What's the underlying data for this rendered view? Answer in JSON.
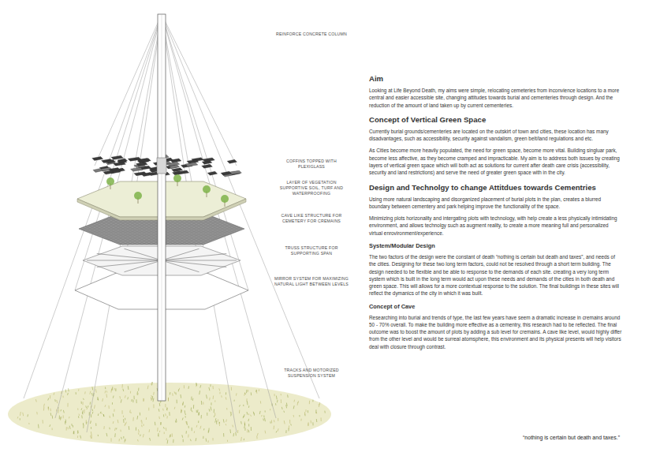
{
  "diagram": {
    "labels": [
      "REINFORCE CONCRETE COLUMN",
      "COFFINS TOPPED WITH PLEXIGLASS",
      "LAYER OF VEGETATION SUPPORTIVE SOIL, TURF AND WATERPROOFING",
      "CAVE LIKE STRUCTURE FOR CEMETERY FOR CREMAINS",
      "TRUSS STRUCTURE FOR SUPPORTING SPAN",
      "MIRROR SYSTEM FOR MAXIMIZING NATURAL LIGHT BETWEEN LEVELS",
      "TRACKS AND MOTORIZED SUSPENSION SYSTEM",
      "Aim",
      "Looking at Life Beyond Death, my aims were simple, relocating cemeteries from inconvience locations to a more central and easier accessible site, changing attitudes towards burial and cementeries through design. And the reduction of the amount of land taken up by current cementeries.",
      "Concept of Vertical Green Space",
      "Currently burial grounds/cementeries are located on the outskirt of town and cities, these location has many disadvantages, such as accessibility, security against vandalism, green belt/land regulations and etc.",
      "As Cities become more heavily populated, the need for green space, become more vital. Building singluar park, become less affective, as they become cramped and impracticable. My aim is to address both issues by creating layers of vertical green space which will both act as solutions for current after death care crisis (accessibility, security and land restrictions) and serve the need of greater green space with in the city.",
      "Design and Technolgy to change Attitdues towards Cementries",
      "Using more natural landscaping and disorganized placement of burial plots in the plan, creates a blurred boundary between cementery and park helping improve the functionality of the space.",
      "Minimizing plots horizonality and intergating plots with technology, with help create a less physically intimidating environment, and allows technolgy such as augment reality, to create a more meaning full and personalized virtual enrovironment/experience.",
      "System/Modular Design",
      "The two factors of the design were the constant of death “nothing is certain but death and taxes”, and needs of the cities. Designing for these two long term factors, could not be resolved through a short term building. The design needed to be flexible and be able to response to the demands of each site. creating a very long term system which is built in the long term would act upon these needs and demands of the cities in both death and green space. This will allows for a more contextual response to the solution. The final buildings in these sites will reflect the dymanics of the city in which it was built.",
      "Concept of Cave",
      "Researching into burial and trends of type, the last few years have seem a dramatic increase in cremains around 50 - 70% overall. To make the building more effective as a cementry, this research had to be reflected. The final outcome was to boost the amount of plots by adding a sub level for cremains. A cave like level, would highly differ from the other level and would be surreal atomsphere, this environment and its physical presents will help visitors deal with closure through contrast.",
      "“nothing is certain but death and taxes.”"
    ]
  }
}
